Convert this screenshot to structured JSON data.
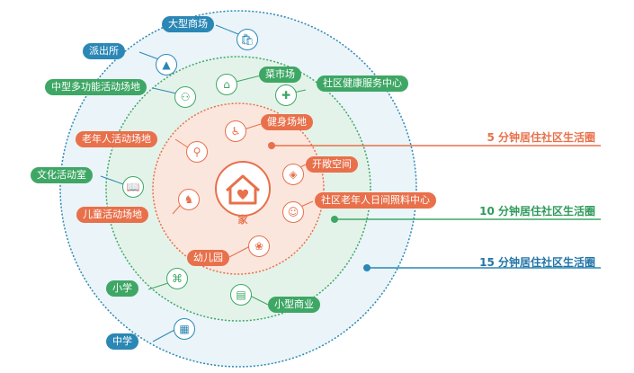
{
  "center": {
    "label": "家",
    "icon": "home-heart-icon"
  },
  "rings": {
    "r5": {
      "title": "5 分钟居住社区生活圈",
      "color": "#e8704b"
    },
    "r10": {
      "title": "10 分钟居住社区生活圈",
      "color": "#3ea765"
    },
    "r15": {
      "title": "15 分钟居住社区生活圈",
      "color": "#2b87b5"
    }
  },
  "facilities15": [
    {
      "label": "大型商场",
      "icon": "shopping-bag-icon"
    },
    {
      "label": "派出所",
      "icon": "police-cap-icon"
    },
    {
      "label": "中型多功能活动场地",
      "icon": "sports-field-icon"
    },
    {
      "label": "文化活动室",
      "icon": "book-icon"
    },
    {
      "label": "中学",
      "icon": "school-building-icon"
    }
  ],
  "facilities10": [
    {
      "label": "菜市场",
      "icon": "basket-icon"
    },
    {
      "label": "社区健康服务中心",
      "icon": "health-center-icon"
    },
    {
      "label": "小学",
      "icon": "schoolbag-icon"
    },
    {
      "label": "小型商业",
      "icon": "shop-icon"
    }
  ],
  "facilities5": [
    {
      "label": "健身场地",
      "icon": "fitness-icon"
    },
    {
      "label": "老年人活动场地",
      "icon": "elderly-activity-icon"
    },
    {
      "label": "开敞空间",
      "icon": "open-space-icon"
    },
    {
      "label": "社区老年人日间照料中心",
      "icon": "elderly-care-icon"
    },
    {
      "label": "儿童活动场地",
      "icon": "rocking-horse-icon"
    },
    {
      "label": "幼儿园",
      "icon": "sprout-icon"
    }
  ]
}
